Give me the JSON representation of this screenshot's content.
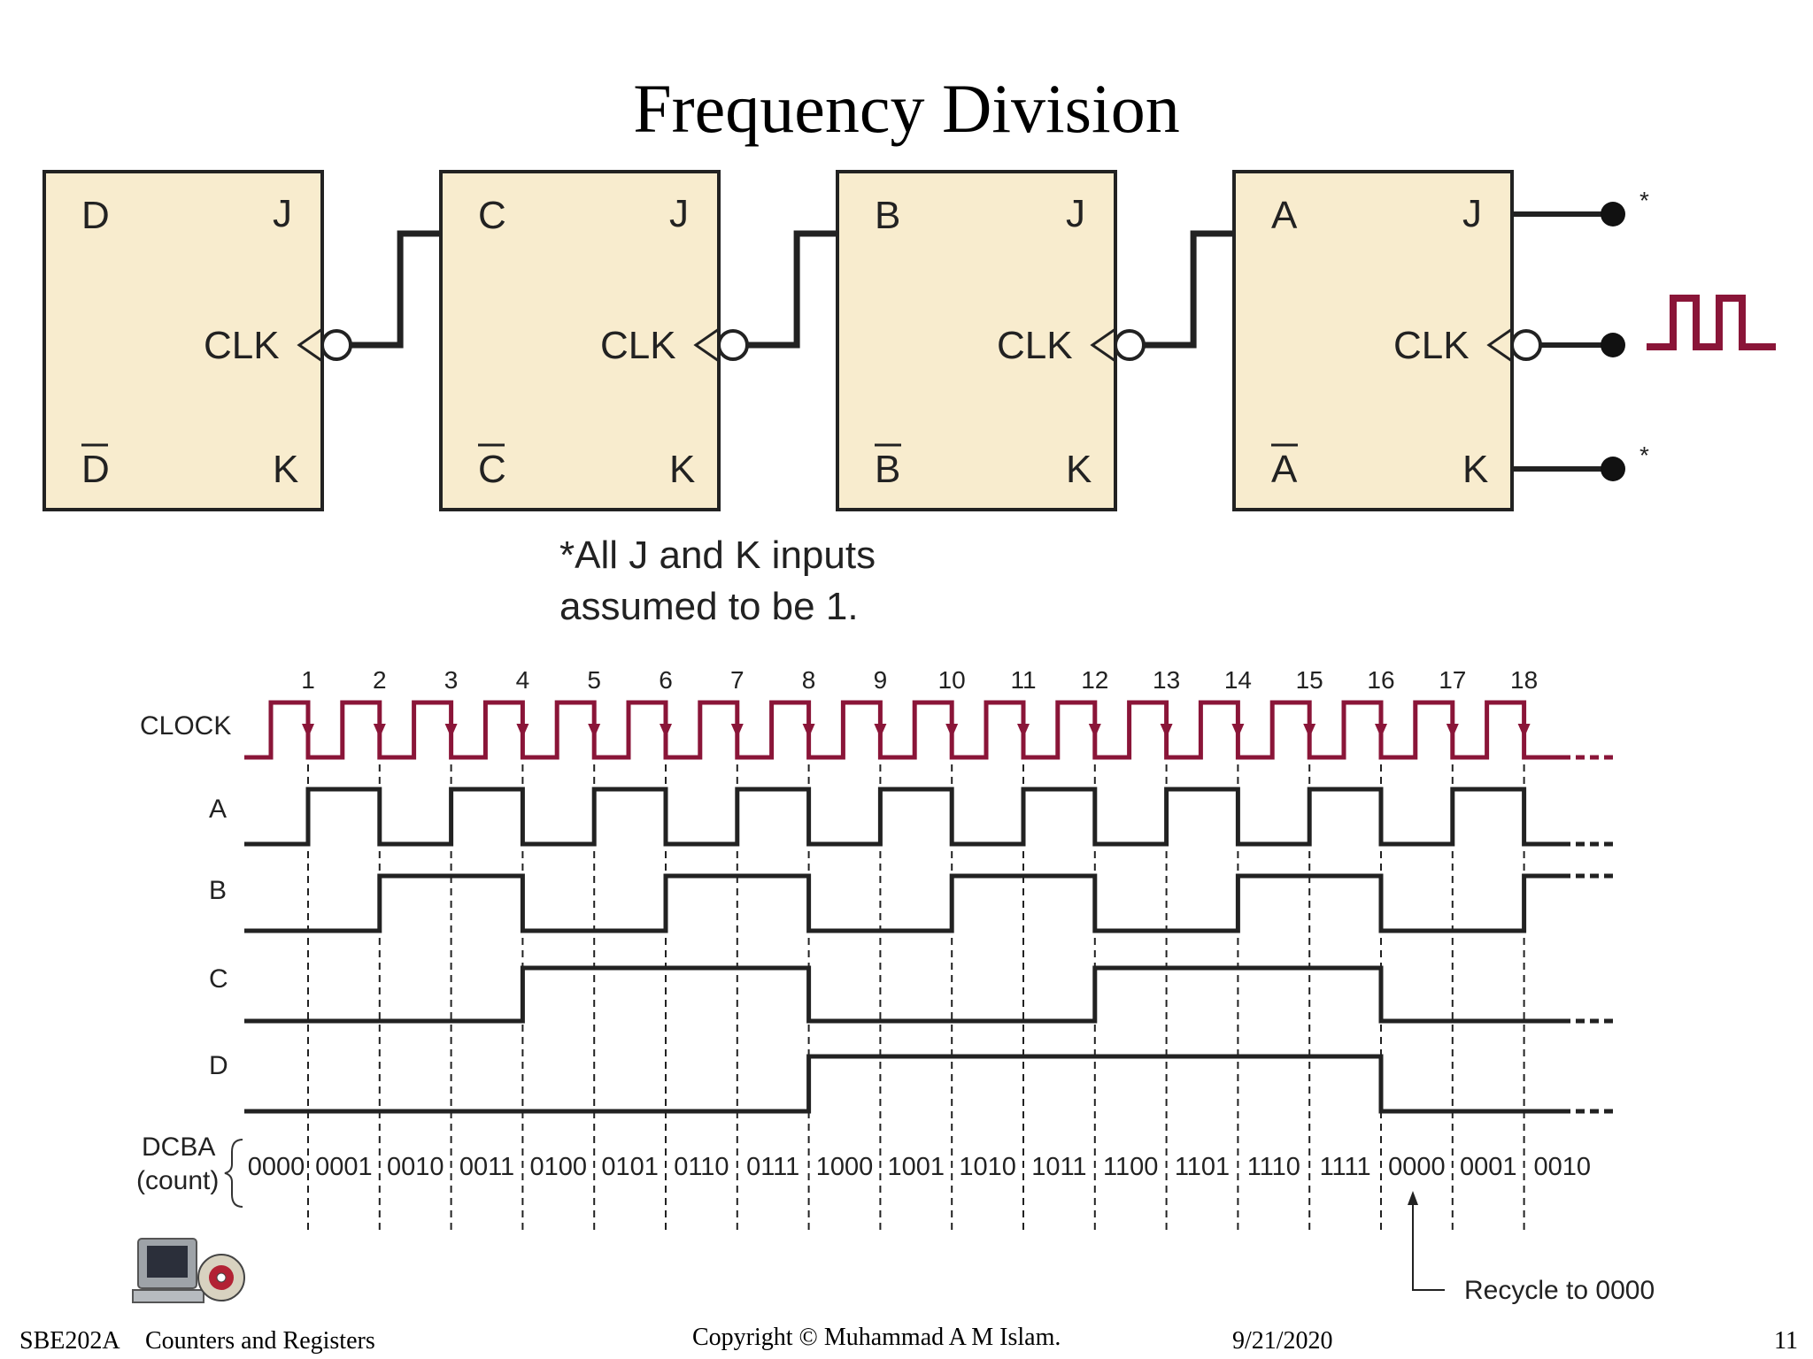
{
  "title": "Frequency Division",
  "colors": {
    "clock": "#8a1538",
    "ff_fill": "#f8ecce",
    "line": "#222222"
  },
  "flipflops": [
    {
      "name": "D",
      "j": "J",
      "clk": "CLK",
      "k": "K"
    },
    {
      "name": "C",
      "j": "J",
      "clk": "CLK",
      "k": "K"
    },
    {
      "name": "B",
      "j": "J",
      "clk": "CLK",
      "k": "K"
    },
    {
      "name": "A",
      "j": "J",
      "clk": "CLK",
      "k": "K"
    }
  ],
  "input_marks": {
    "j": "*",
    "k": "*"
  },
  "note": {
    "line1": "*All J and K inputs",
    "line2": "assumed to be 1."
  },
  "timing": {
    "pulse_numbers": [
      "1",
      "2",
      "3",
      "4",
      "5",
      "6",
      "7",
      "8",
      "9",
      "10",
      "11",
      "12",
      "13",
      "14",
      "15",
      "16",
      "17",
      "18"
    ],
    "signal_labels": {
      "clock": "CLOCK",
      "a": "A",
      "b": "B",
      "c": "C",
      "d": "D"
    },
    "count_label": {
      "line1": "DCBA",
      "line2": "(count)"
    },
    "counts": [
      "0000",
      "0001",
      "0010",
      "0011",
      "0100",
      "0101",
      "0110",
      "0111",
      "1000",
      "1001",
      "1010",
      "1011",
      "1100",
      "1101",
      "1110",
      "1111",
      "0000",
      "0001",
      "0010"
    ],
    "recycle_note": "Recycle to 0000"
  },
  "footer": {
    "course": "SBE202A",
    "topic": "Counters and Registers",
    "copyright": "Copyright © Muhammad A M Islam.",
    "date": "9/21/2020",
    "page": "11"
  },
  "icons": {
    "computer": "computer-cd-icon"
  }
}
